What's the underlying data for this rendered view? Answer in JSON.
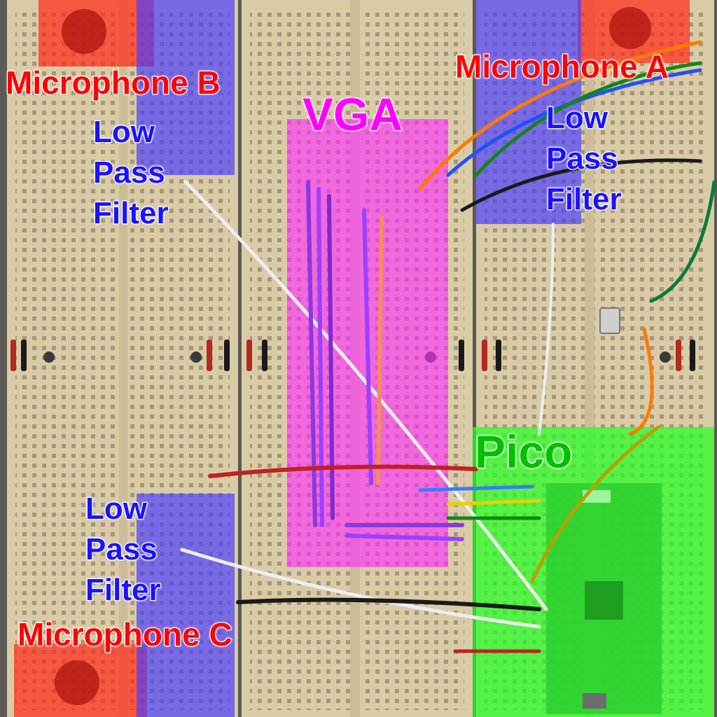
{
  "labels": {
    "microphone_b": "Microphone B",
    "microphone_a": "Microphone A",
    "microphone_c": "Microphone C",
    "vga": "VGA",
    "pico": "Pico",
    "low_pass_filter": [
      "Low",
      "Pass",
      "Filter"
    ]
  },
  "colors": {
    "microphone_region": "#ff2a1a",
    "filter_region": "#4a3cff",
    "vga_region": "#ff2cff",
    "pico_region": "#22ff22",
    "microphone_text": "#ff0000",
    "filter_text": "#1a12ff",
    "vga_text": "#ff00ff",
    "pico_text": "#00c000",
    "breadboard": "#d9cba6"
  }
}
